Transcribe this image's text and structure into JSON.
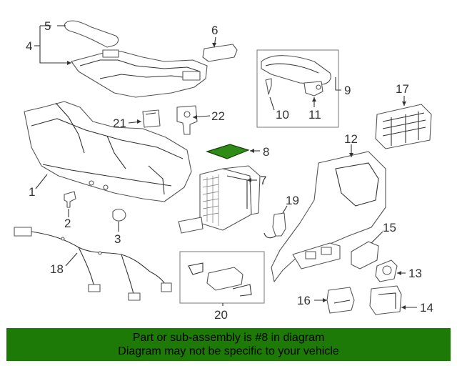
{
  "callouts": {
    "c1": "1",
    "c2": "2",
    "c3": "3",
    "c4": "4",
    "c5": "5",
    "c6": "6",
    "c7": "7",
    "c8": "8",
    "c9": "9",
    "c10": "10",
    "c11": "11",
    "c12": "12",
    "c13": "13",
    "c14": "14",
    "c15": "15",
    "c16": "16",
    "c17": "17",
    "c18": "18",
    "c19": "19",
    "c20": "20",
    "c21": "21",
    "c22": "22"
  },
  "highlight": {
    "part": "8",
    "color": "#2e8b16"
  },
  "banner": {
    "line1": "Part or sub-assembly is #8 in diagram",
    "line2": "Diagram may not be specific to your vehicle",
    "color": "#1d7a07"
  }
}
